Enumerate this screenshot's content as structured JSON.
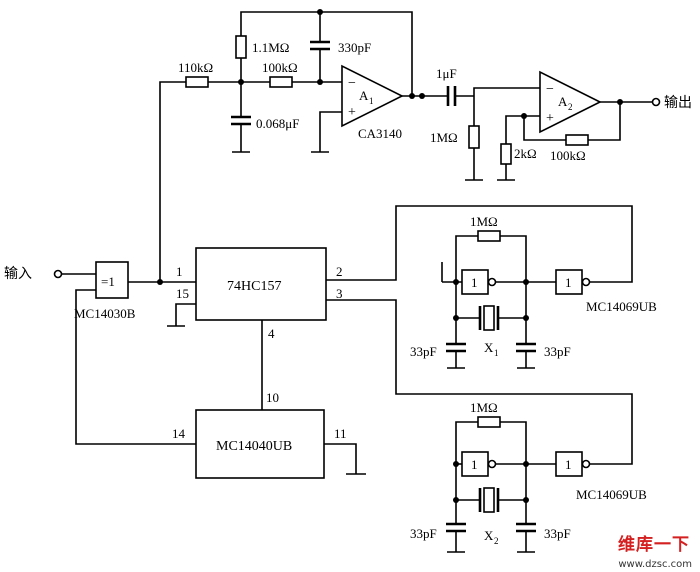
{
  "labels": {
    "input": "输入",
    "output": "输出",
    "r_110k": "110kΩ",
    "r_100k_a": "100kΩ",
    "r_1_1m": "1.1MΩ",
    "c_330p": "330pF",
    "c_0068u": "0.068μF",
    "opamp_a1": "A",
    "opamp_a1_sub": "1",
    "opamp_a1_part": "CA3140",
    "c_1u": "1μF",
    "r_1m_out": "1MΩ",
    "opamp_a2": "A",
    "opamp_a2_sub": "2",
    "r_2k": "2kΩ",
    "r_100k_b": "100kΩ",
    "xor_symbol": "=1",
    "xor_part": "MC14030B",
    "mux_part": "74HC157",
    "pin_1": "1",
    "pin_15": "15",
    "pin_2": "2",
    "pin_3": "3",
    "pin_4": "4",
    "pin_10": "10",
    "pin_14": "14",
    "pin_11": "11",
    "counter_part": "MC14040UB",
    "osc1_r": "1MΩ",
    "osc1_cl": "33pF",
    "osc1_x": "X",
    "osc1_x_sub": "1",
    "osc1_cr": "33pF",
    "osc1_inv1": "1",
    "osc1_inv2": "1",
    "osc1_part": "MC14069UB",
    "osc2_r": "1MΩ",
    "osc2_cl": "33pF",
    "osc2_x": "X",
    "osc2_x_sub": "2",
    "osc2_cr": "33pF",
    "osc2_inv1": "1",
    "osc2_inv2": "1",
    "osc2_part": "MC14069UB",
    "minus": "−",
    "plus": "+"
  },
  "watermark": {
    "brand": "维库一下",
    "url": "www.dzsc.com"
  }
}
